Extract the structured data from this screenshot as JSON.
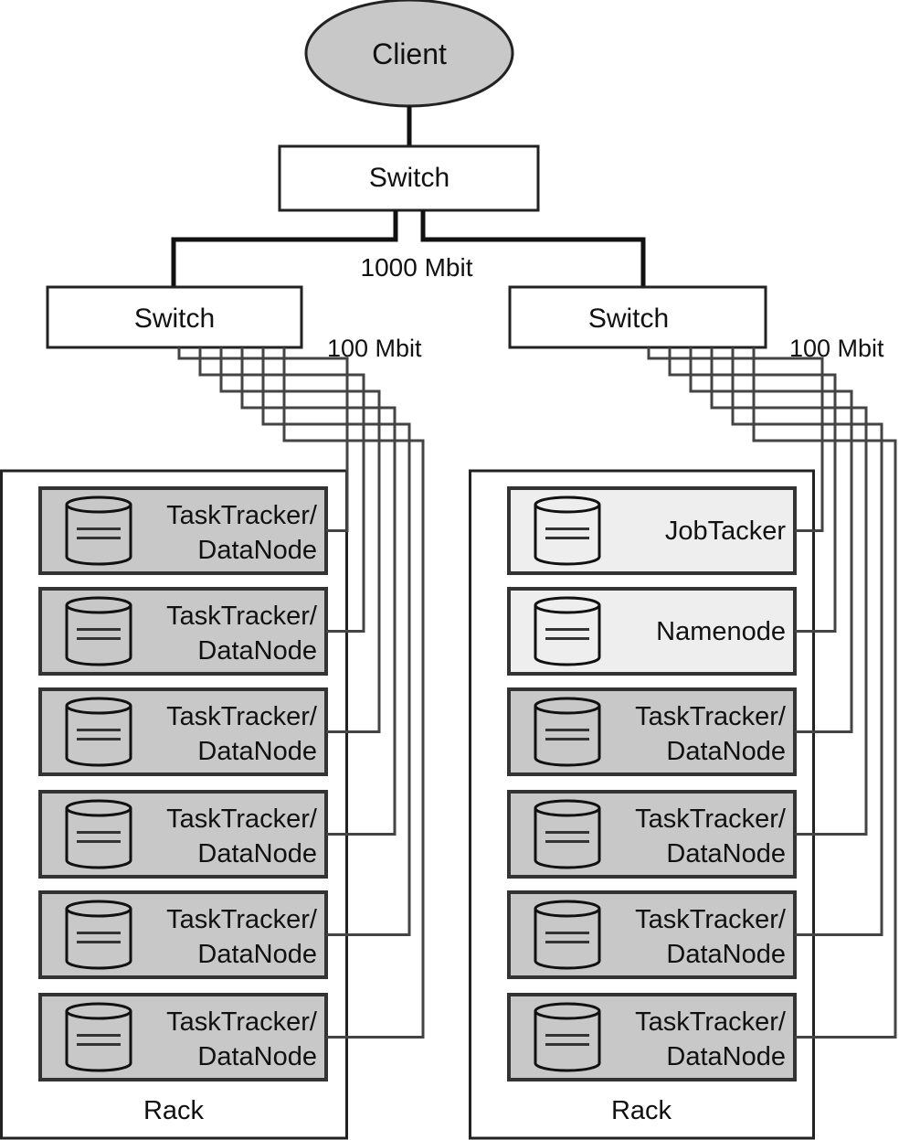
{
  "diagram": {
    "client_label": "Client",
    "core_switch_label": "Switch",
    "core_link_label": "1000 Mbit",
    "racks": [
      {
        "switch_label": "Switch",
        "link_label": "100 Mbit",
        "rack_label": "Rack",
        "nodes": [
          {
            "line1": "TaskTracker/",
            "line2": "DataNode",
            "kind": "worker"
          },
          {
            "line1": "TaskTracker/",
            "line2": "DataNode",
            "kind": "worker"
          },
          {
            "line1": "TaskTracker/",
            "line2": "DataNode",
            "kind": "worker"
          },
          {
            "line1": "TaskTracker/",
            "line2": "DataNode",
            "kind": "worker"
          },
          {
            "line1": "TaskTracker/",
            "line2": "DataNode",
            "kind": "worker"
          },
          {
            "line1": "TaskTracker/",
            "line2": "DataNode",
            "kind": "worker"
          }
        ]
      },
      {
        "switch_label": "Switch",
        "link_label": "100 Mbit",
        "rack_label": "Rack",
        "nodes": [
          {
            "line1": "JobTacker",
            "line2": "",
            "kind": "master"
          },
          {
            "line1": "Namenode",
            "line2": "",
            "kind": "master"
          },
          {
            "line1": "TaskTracker/",
            "line2": "DataNode",
            "kind": "worker"
          },
          {
            "line1": "TaskTracker/",
            "line2": "DataNode",
            "kind": "worker"
          },
          {
            "line1": "TaskTracker/",
            "line2": "DataNode",
            "kind": "worker"
          },
          {
            "line1": "TaskTracker/",
            "line2": "DataNode",
            "kind": "worker"
          }
        ]
      }
    ],
    "colors": {
      "worker_fill": "#c8c8c8",
      "master_fill": "#eeeeee",
      "client_fill": "#c8c8c8",
      "stroke": "#111111"
    }
  }
}
